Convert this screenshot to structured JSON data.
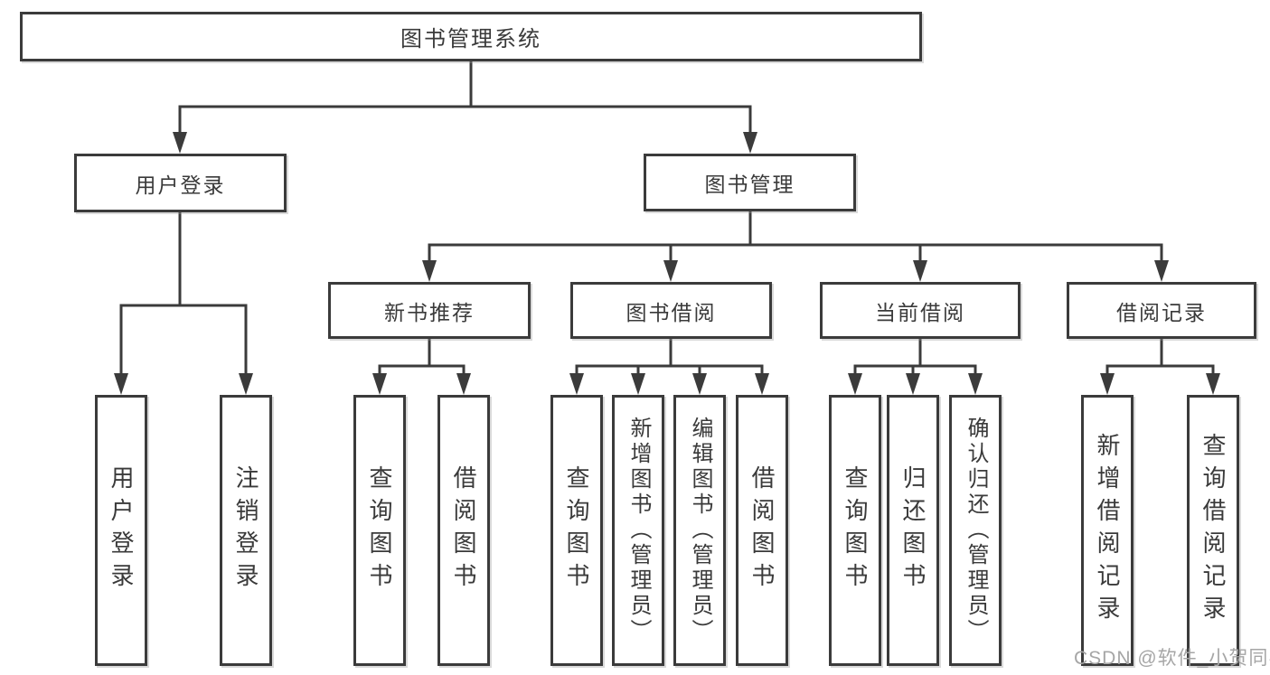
{
  "diagram": {
    "root": {
      "label": "图书管理系统"
    },
    "level2": [
      {
        "label": "用户登录"
      },
      {
        "label": "图书管理"
      }
    ],
    "level3": [
      {
        "label": "新书推荐",
        "parent": "图书管理"
      },
      {
        "label": "图书借阅",
        "parent": "图书管理"
      },
      {
        "label": "当前借阅",
        "parent": "图书管理"
      },
      {
        "label": "借阅记录",
        "parent": "图书管理"
      }
    ],
    "leaves": [
      {
        "label": "用户登录",
        "parent": "用户登录"
      },
      {
        "label": "注销登录",
        "parent": "用户登录"
      },
      {
        "label": "查询图书",
        "parent": "新书推荐"
      },
      {
        "label": "借阅图书",
        "parent": "新书推荐"
      },
      {
        "label": "查询图书",
        "parent": "图书借阅"
      },
      {
        "label": "新增图书（管理员）",
        "parent": "图书借阅"
      },
      {
        "label": "编辑图书（管理员）",
        "parent": "图书借阅"
      },
      {
        "label": "借阅图书",
        "parent": "图书借阅"
      },
      {
        "label": "查询图书",
        "parent": "当前借阅"
      },
      {
        "label": "归还图书",
        "parent": "当前借阅"
      },
      {
        "label": "确认归还（管理员）",
        "parent": "当前借阅"
      },
      {
        "label": "新增借阅记录",
        "parent": "借阅记录"
      },
      {
        "label": "查询借阅记录",
        "parent": "借阅记录"
      }
    ],
    "watermark": "CSDN @软件_小贺同学",
    "colors": {
      "line": "#3b3b3b",
      "text": "#3a3a3a",
      "watermark": "#a6a6a6",
      "background": "#ffffff"
    }
  }
}
